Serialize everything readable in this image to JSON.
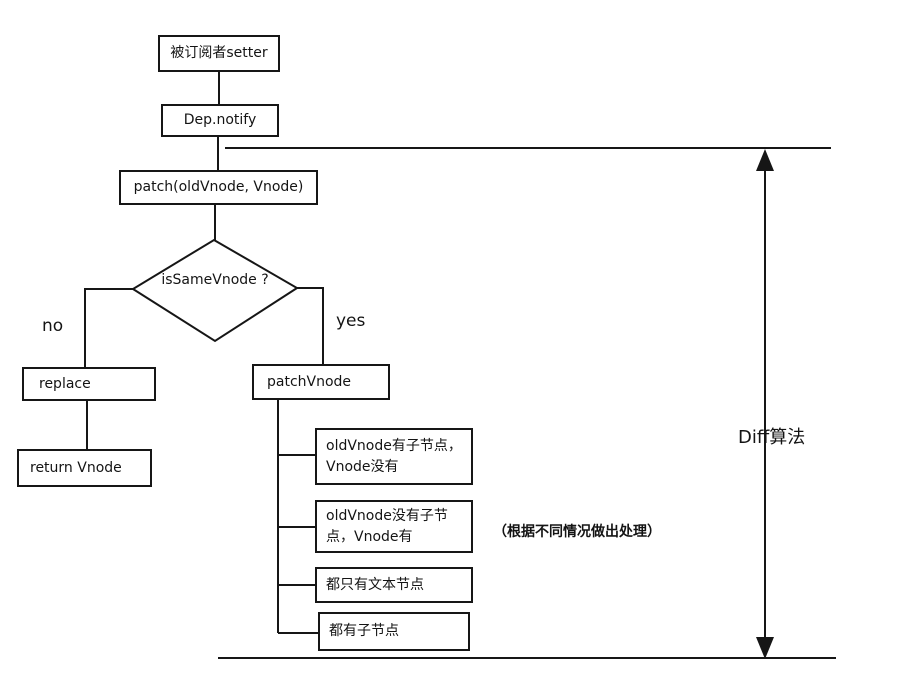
{
  "nodes": {
    "setter": "被订阅者setter",
    "notify": "Dep.notify",
    "patch": "patch(oldVnode, Vnode)",
    "decision": "isSameVnode ?",
    "replace": "replace",
    "return_vnode": "return Vnode",
    "patchvnode": "patchVnode",
    "case1": "oldVnode有子节点，Vnode没有",
    "case2": "oldVnode没有子节点，Vnode有",
    "case3": "都只有文本节点",
    "case4": "都有子节点"
  },
  "edges": {
    "no": "no",
    "yes": "yes"
  },
  "annotations": {
    "note": "（根据不同情况做出处理）",
    "diff": "Diff算法"
  },
  "colors": {
    "ink": "#161616",
    "background": "#ffffff"
  }
}
